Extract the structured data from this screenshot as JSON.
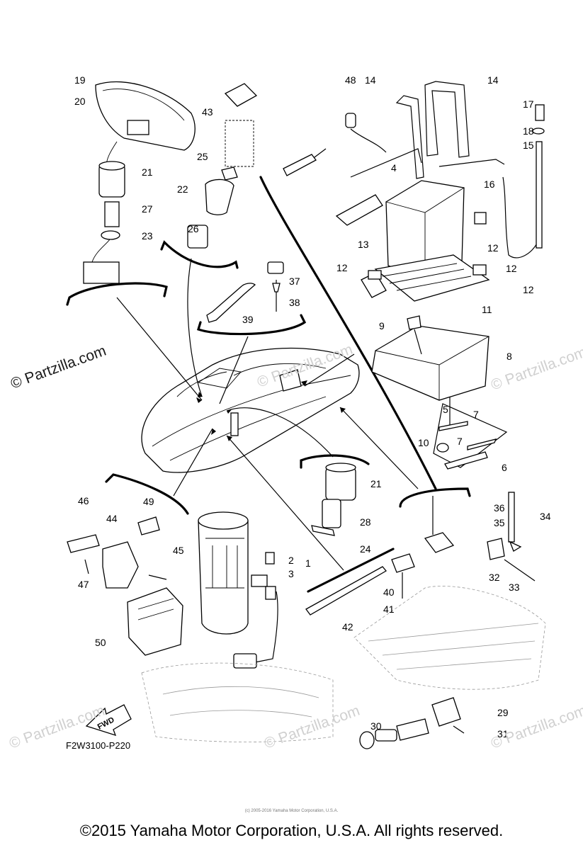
{
  "callouts": [
    {
      "n": "1"
    },
    {
      "n": "2"
    },
    {
      "n": "3"
    },
    {
      "n": "4"
    },
    {
      "n": "5"
    },
    {
      "n": "6"
    },
    {
      "n": "7"
    },
    {
      "n": "7"
    },
    {
      "n": "8"
    },
    {
      "n": "9"
    },
    {
      "n": "10"
    },
    {
      "n": "11"
    },
    {
      "n": "12"
    },
    {
      "n": "12"
    },
    {
      "n": "12"
    },
    {
      "n": "12"
    },
    {
      "n": "13"
    },
    {
      "n": "14"
    },
    {
      "n": "14"
    },
    {
      "n": "15"
    },
    {
      "n": "16"
    },
    {
      "n": "17"
    },
    {
      "n": "18"
    },
    {
      "n": "19"
    },
    {
      "n": "20"
    },
    {
      "n": "21"
    },
    {
      "n": "21"
    },
    {
      "n": "22"
    },
    {
      "n": "23"
    },
    {
      "n": "24"
    },
    {
      "n": "25"
    },
    {
      "n": "26"
    },
    {
      "n": "27"
    },
    {
      "n": "28"
    },
    {
      "n": "29"
    },
    {
      "n": "30"
    },
    {
      "n": "31"
    },
    {
      "n": "32"
    },
    {
      "n": "33"
    },
    {
      "n": "34"
    },
    {
      "n": "35"
    },
    {
      "n": "36"
    },
    {
      "n": "37"
    },
    {
      "n": "38"
    },
    {
      "n": "39"
    },
    {
      "n": "40"
    },
    {
      "n": "41"
    },
    {
      "n": "42"
    },
    {
      "n": "43"
    },
    {
      "n": "44"
    },
    {
      "n": "45"
    },
    {
      "n": "46"
    },
    {
      "n": "47"
    },
    {
      "n": "48"
    },
    {
      "n": "49"
    },
    {
      "n": "50"
    }
  ],
  "watermark": "© Partzilla.com",
  "fwd_label": "FWD",
  "diagram_code": "F2W3100-P220",
  "tiny_copyright": "(c) 2005-2016 Yamaha Motor Corporation, U.S.A.",
  "copyright": "©2015 Yamaha Motor Corporation, U.S.A. All rights reserved."
}
